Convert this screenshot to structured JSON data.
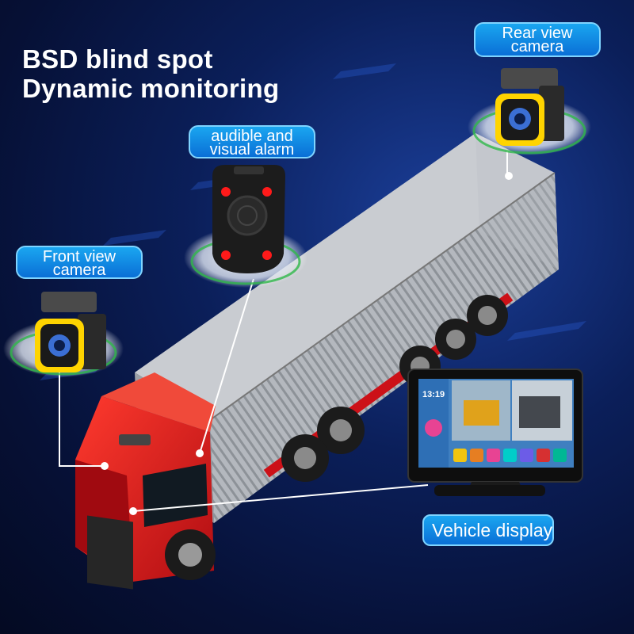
{
  "title": {
    "line1": "BSD blind spot",
    "line2": "Dynamic monitoring"
  },
  "labels": {
    "rear_camera": [
      "Rear view",
      "camera"
    ],
    "alarm": [
      "audible and",
      "visual alarm"
    ],
    "front_camera": [
      "Front view",
      "camera"
    ],
    "display": "Vehicle display"
  },
  "monitor": {
    "time": "13:19"
  },
  "colors": {
    "background": "#0b1f5a",
    "tag_fill": "#0a6fd6",
    "tag_border": "#7fd4ff",
    "truck_cab": "#e0141b",
    "container": "#a9adb3",
    "camera_ring": "#ffd400",
    "alarm_led": "#ff1a1a"
  },
  "icons": [
    "camera-icon",
    "alarm-light-icon",
    "monitor-icon",
    "truck-icon"
  ]
}
